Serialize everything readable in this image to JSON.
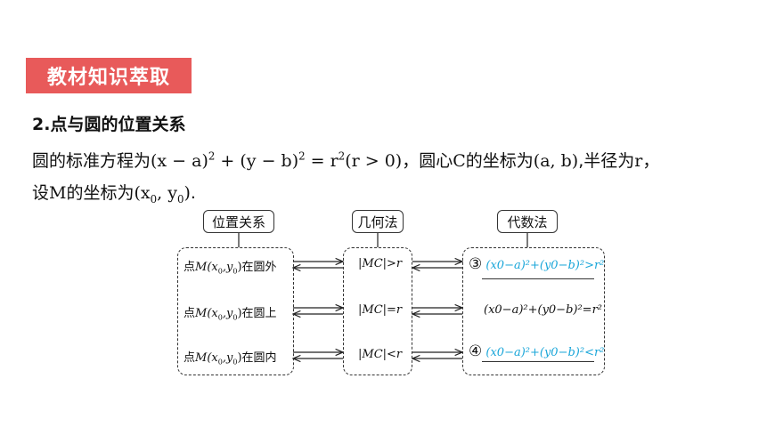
{
  "banner": {
    "label": "教材知识萃取"
  },
  "section": {
    "title": "2.点与圆的位置关系"
  },
  "paragraph": {
    "line1_a": "圆的标准方程为",
    "line1_eq": "(x − a)",
    "line1_eq2": " + (y − b)",
    "line1_eq3": " = r",
    "line1_cond": "(r > 0)",
    "line1_b": "，圆心",
    "line1_c": "C",
    "line1_d": "的坐标为",
    "line1_e": "(a, b)",
    "line1_f": ",半径为",
    "line1_g": "r",
    "line1_h": "，",
    "sq": "2",
    "line2_a": "设",
    "line2_b": "M",
    "line2_c": "的坐标为",
    "line2_d": "(x",
    "line2_e": ", y",
    "line2_f": ")",
    "line2_g": ".",
    "sub0": "0"
  },
  "diagram": {
    "headers": [
      "位置关系",
      "几何法",
      "代数法"
    ],
    "positions": [
      {
        "pre": "点",
        "pt": "M(x",
        "mid": ",y",
        "post": ")",
        "cn": "在圆外"
      },
      {
        "pre": "点",
        "pt": "M(x",
        "mid": ",y",
        "post": ")",
        "cn": "在圆上"
      },
      {
        "pre": "点",
        "pt": "M(x",
        "mid": ",y",
        "post": ")",
        "cn": "在圆内"
      }
    ],
    "geometric": [
      "|MC|>r",
      "|MC|=r",
      "|MC|<r"
    ],
    "algebraic": [
      {
        "marker": "③",
        "expr": "(x0−a)²+(y0−b)²>r²"
      },
      {
        "marker": "",
        "expr": "(x0−a)²+(y0−b)²=r²"
      },
      {
        "marker": "④",
        "expr": "(x0−a)²+(y0−b)²<r²"
      }
    ],
    "accent_color": "#1aa6d9",
    "banner_color": "#e85a5a"
  }
}
